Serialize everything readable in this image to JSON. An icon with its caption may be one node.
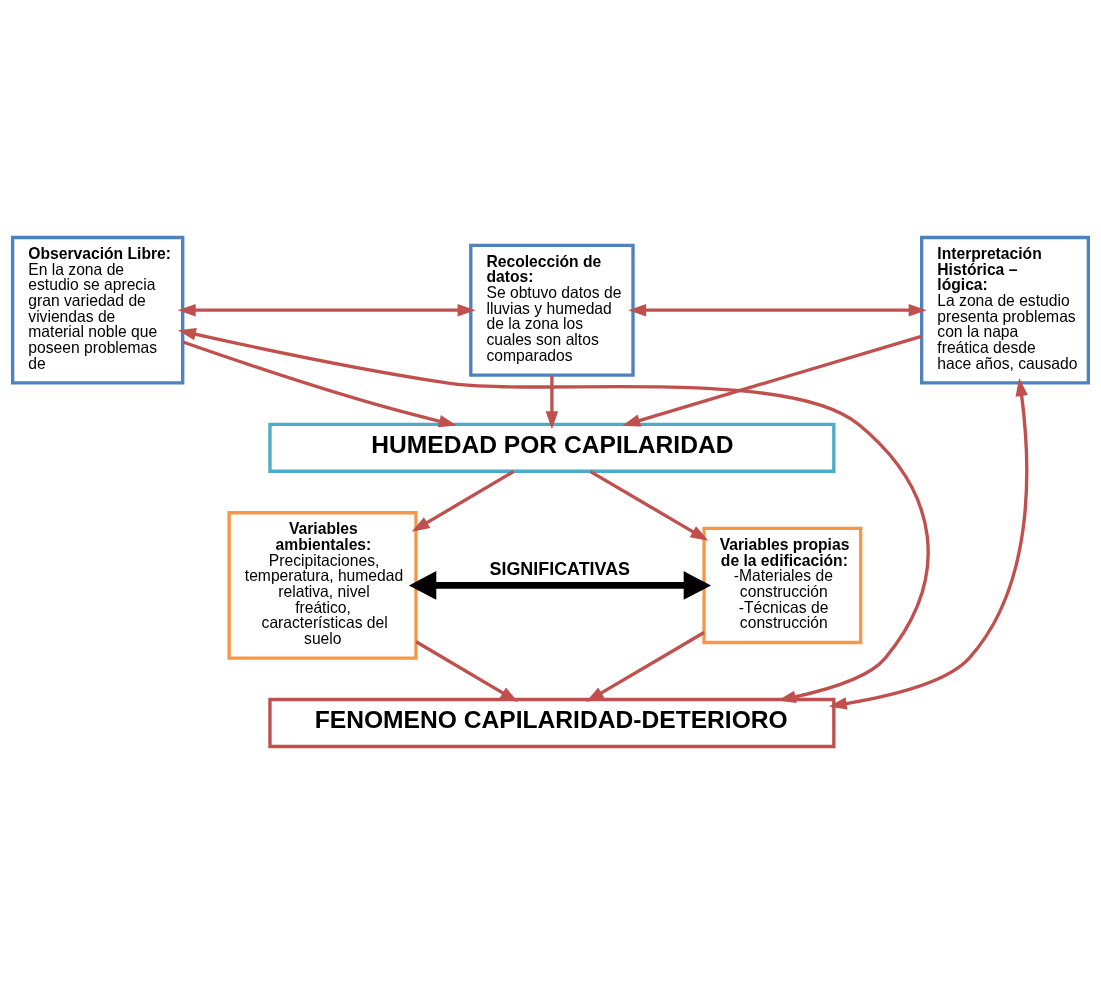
{
  "diagram": {
    "nodes": [
      {
        "text": [
          "Observación Libre:",
          "En la zona de estudio se aprecia gran variedad de viviendas de material noble que poseen problemas de"
        ]
      },
      {
        "text": [
          "Recolección de datos:",
          "Se obtuvo datos de lluvias y humedad de la zona los cuales son altos comparados"
        ]
      },
      {
        "text": [
          "Interpretación Histórica – lógica:",
          "La zona de estudio presenta problemas con la napa freática desde hace años, causado"
        ]
      },
      {
        "text": [
          "HUMEDAD POR CAPILARIDAD"
        ]
      },
      {
        "text": [
          "Variables ambientales:",
          "Precipitaciones, temperatura, humedad relativa, nivel freático, características del suelo"
        ]
      },
      {
        "text": [
          "Variables propias de la edificación:",
          "-Materiales de construcción -Técnicas de construcción"
        ]
      },
      {
        "text": [
          "FENOMENO CAPILARIDAD-DETERIORO"
        ]
      }
    ],
    "edges": [
      {
        "from": 0,
        "to": 1,
        "arrow": "both"
      },
      {
        "from": 1,
        "to": 2,
        "arrow": "both"
      },
      {
        "from": 6,
        "to": 0,
        "arrow": "both"
      },
      {
        "from": 6,
        "to": 2,
        "arrow": "both"
      },
      {
        "from": 0,
        "to": 3,
        "arrow": "to"
      },
      {
        "from": 1,
        "to": 3,
        "arrow": "to"
      },
      {
        "from": 2,
        "to": 3,
        "arrow": "to"
      },
      {
        "from": 3,
        "to": 4,
        "arrow": "to"
      },
      {
        "from": 3,
        "to": 5,
        "arrow": "to"
      },
      {
        "from": 4,
        "to": 5,
        "arrow": "both",
        "label": "SIGNIFICATIVAS",
        "style": "thick",
        "color": "#000000"
      },
      {
        "from": 4,
        "to": 6,
        "arrow": "to"
      },
      {
        "from": 5,
        "to": 6,
        "arrow": "to"
      }
    ]
  }
}
